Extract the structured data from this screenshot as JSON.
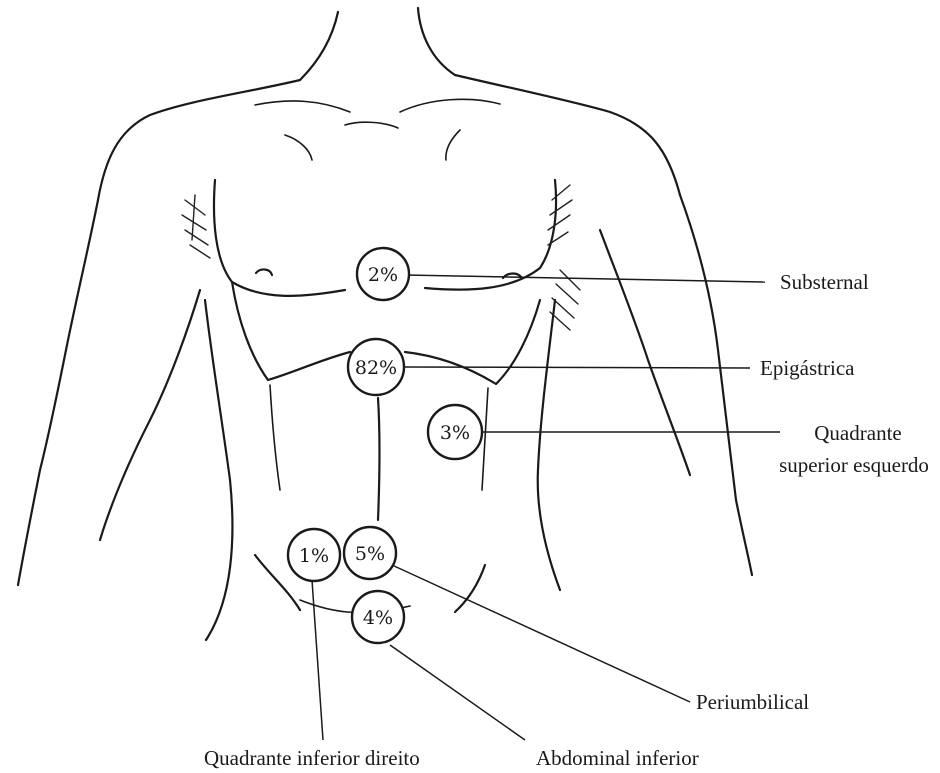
{
  "regions": [
    {
      "id": "substernal",
      "percent": "2%",
      "label_lines": [
        "Substernal"
      ]
    },
    {
      "id": "epigastrica",
      "percent": "82%",
      "label_lines": [
        "Epigástrica"
      ]
    },
    {
      "id": "quadrante-superior-esquerdo",
      "percent": "3%",
      "label_lines": [
        "Quadrante",
        "superior esquerdo"
      ]
    },
    {
      "id": "quadrante-inferior-direito",
      "percent": "1%",
      "label_lines": [
        "Quadrante inferior direito"
      ]
    },
    {
      "id": "periumbilical",
      "percent": "5%",
      "label_lines": [
        "Periumbilical"
      ]
    },
    {
      "id": "abdominal-inferior",
      "percent": "4%",
      "label_lines": [
        "Abdominal inferior"
      ]
    }
  ]
}
